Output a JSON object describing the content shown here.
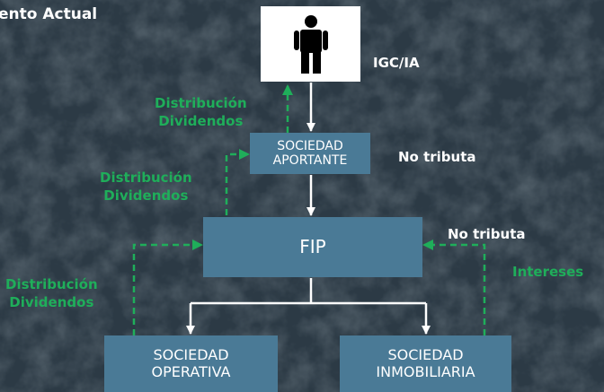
{
  "title": "ento Actual",
  "nodes": {
    "person": {
      "icon": "person-icon"
    },
    "sociedad_aportante": {
      "line1": "SOCIEDAD",
      "line2": "APORTANTE"
    },
    "fip": {
      "label": "FIP"
    },
    "sociedad_operativa": {
      "line1": "SOCIEDAD",
      "line2": "OPERATIVA"
    },
    "sociedad_inmobiliaria": {
      "line1": "SOCIEDAD",
      "line2": "INMOBILIARIA"
    }
  },
  "labels": {
    "igc_ia": "IGC/IA",
    "no_tributa_aportante": "No tributa",
    "no_tributa_fip": "No tributa",
    "dist1": {
      "line1": "Distribución",
      "line2": "Dividendos"
    },
    "dist2": {
      "line1": "Distribución",
      "line2": "Dividendos"
    },
    "dist3": {
      "line1": "Distribución",
      "line2": "Dividendos"
    },
    "intereses": "Intereses"
  },
  "colors": {
    "background": "#2c3a45",
    "node_fill": "#4a7a96",
    "flow_arrow": "#ffffff",
    "return_arrow": "#1fae5a"
  }
}
